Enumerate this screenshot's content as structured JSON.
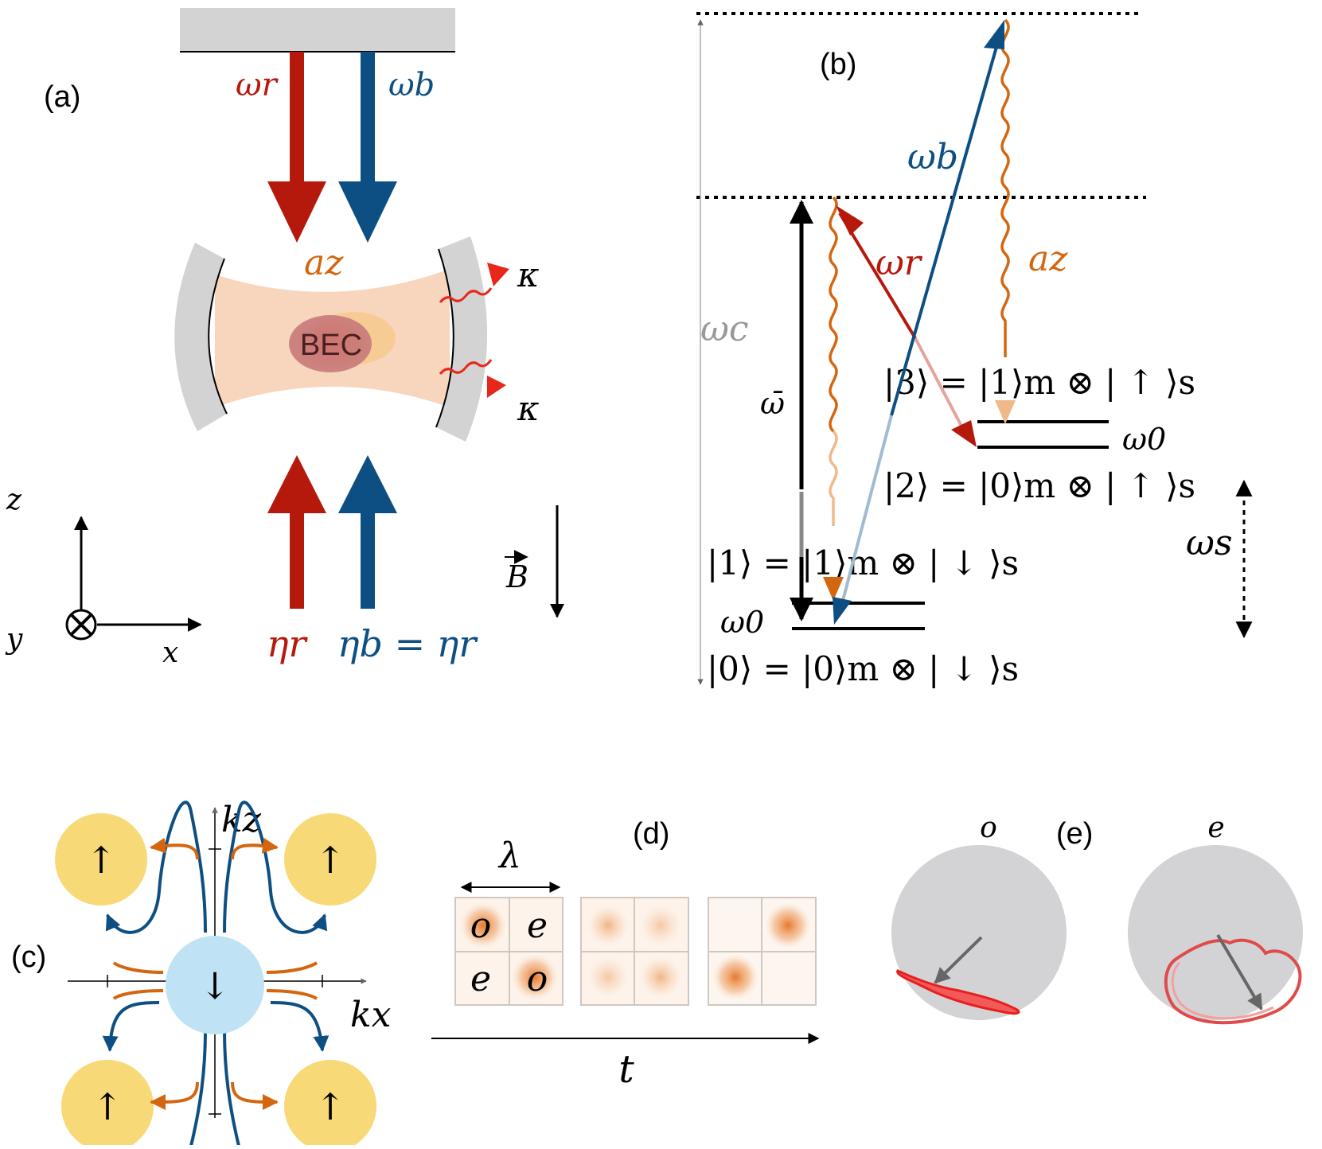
{
  "panels": {
    "a": "(a)",
    "b": "(b)",
    "c": "(c)",
    "d": "(d)",
    "e": "(e)"
  },
  "panel_a": {
    "omega_r": "ωr",
    "omega_b": "ωb",
    "cavity_mode": "az",
    "bec": "BEC",
    "kappa_top": "κ",
    "kappa_bottom": "κ",
    "axis_z": "z",
    "axis_y": "y",
    "axis_x": "x",
    "field_b": "B",
    "eta_r": "ηr",
    "eta_b_eq": "ηb = ηr"
  },
  "panel_b": {
    "omega_b": "ωb",
    "omega_r": "ωr",
    "cavity_mode": "az",
    "omega_c": "ωc",
    "omega_bar": "ω̄",
    "omega_0_top": "ω0",
    "omega_0_bottom": "ω0",
    "omega_s": "ωs",
    "state_3": "|3⟩ = |1⟩m ⊗ | ↑ ⟩s",
    "state_2": "|2⟩ = |0⟩m ⊗ | ↑ ⟩s",
    "state_1": "|1⟩ = |1⟩m ⊗ | ↓ ⟩s",
    "state_0": "|0⟩ = |0⟩m ⊗ | ↓ ⟩s"
  },
  "panel_c": {
    "kz": "kz",
    "kx": "kx",
    "spin_up": "↑",
    "spin_down": "↓"
  },
  "panel_d": {
    "lambda": "λ",
    "time": "t",
    "cells": [
      "o",
      "e",
      "e",
      "o"
    ]
  },
  "panel_e": {
    "label_o": "o",
    "label_e": "e"
  },
  "colors": {
    "red": "#b5190c",
    "blue": "#0d4f82",
    "orange": "#d4660f",
    "grey": "#d3d3d3",
    "yellow": "#f8d978",
    "light_blue": "#bfe3f5"
  }
}
